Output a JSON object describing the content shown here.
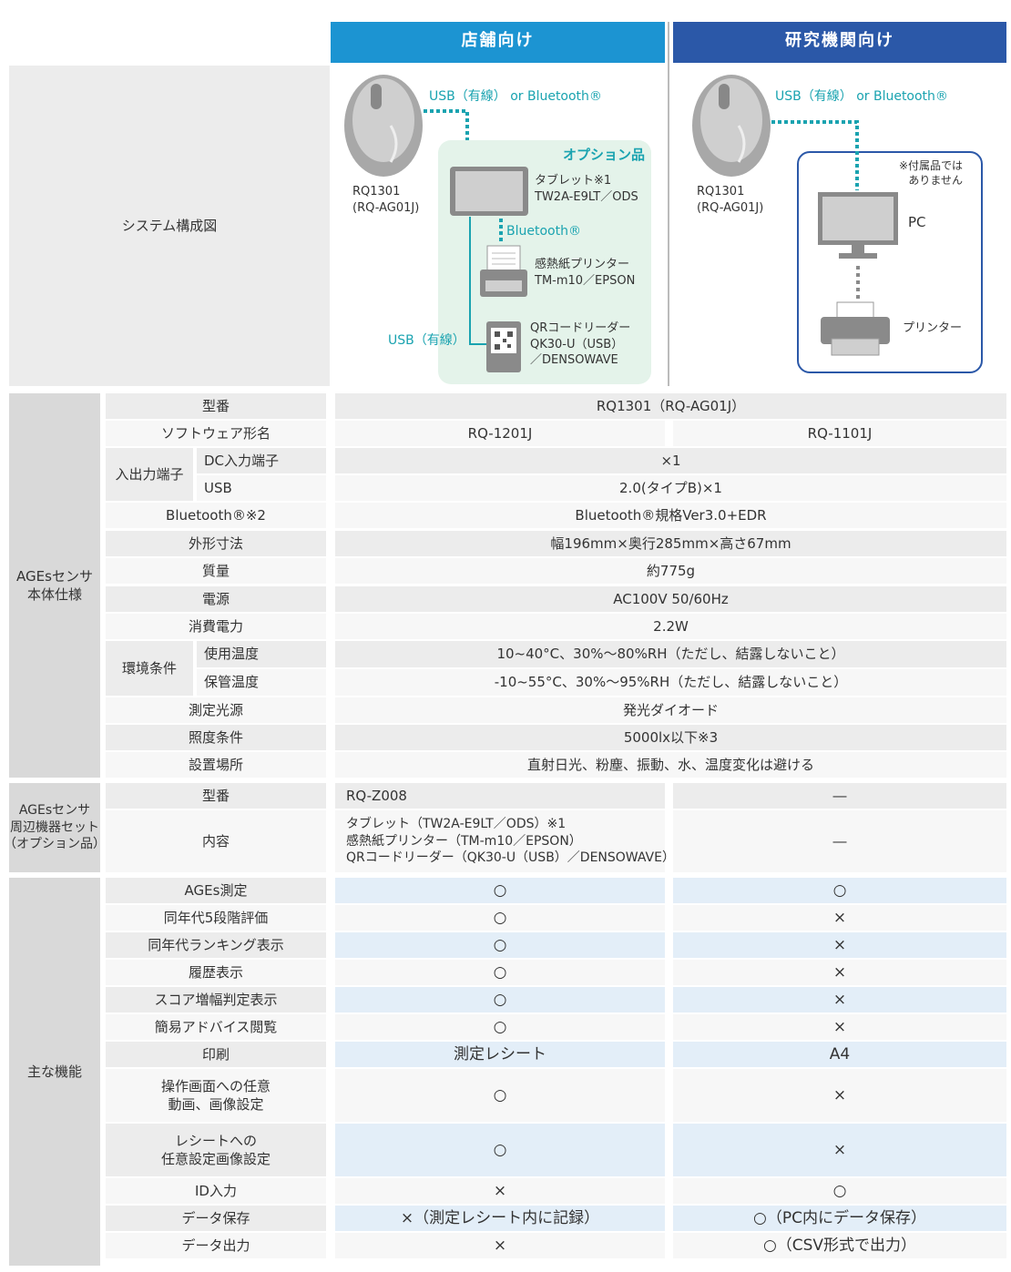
{
  "header": {
    "store": "店舗向け",
    "research": "研究機関向け"
  },
  "colors": {
    "store": "#1c94d2",
    "research": "#2b58a8",
    "teal": "#1aa3b0",
    "option_bg": "#e4f3ea"
  },
  "system": {
    "label": "システム構成図",
    "store": {
      "connection": "USB（有線） or Bluetooth®",
      "device": "RQ1301\n(RQ-AG01J)",
      "option_label": "オプション品",
      "tablet": "タブレット※1\nTW2A-E9LT／ODS",
      "bt": "Bluetooth®",
      "printer": "感熱紙プリンター\nTM-m10／EPSON",
      "usb_wired": "USB（有線）",
      "qr": "QRコードリーダー\nQK30-U（USB）\n／DENSOWAVE"
    },
    "research": {
      "connection": "USB（有線） or Bluetooth®",
      "device": "RQ1301\n(RQ-AG01J)",
      "note": "※付属品では\nありません",
      "pc": "PC",
      "printer": "プリンター"
    }
  },
  "spec": {
    "group": "AGEsセンサ\n本体仕様",
    "model_label": "型番",
    "model": "RQ1301（RQ-AG01J）",
    "software_label": "ソフトウェア形名",
    "software_store": "RQ-1201J",
    "software_research": "RQ-1101J",
    "io_label": "入出力端子",
    "dc_label": "DC入力端子",
    "dc": "×1",
    "usb_label": "USB",
    "usb": "2.0(タイプB)×1",
    "bt_label": "Bluetooth®※2",
    "bt": "Bluetooth®規格Ver3.0+EDR",
    "size_label": "外形寸法",
    "size": "幅196mm×奥行285mm×高さ67mm",
    "weight_label": "質量",
    "weight": "約775g",
    "power_label": "電源",
    "power": "AC100V 50/60Hz",
    "consumption_label": "消費電力",
    "consumption": "2.2W",
    "env_label": "環境条件",
    "use_temp_label": "使用温度",
    "use_temp": "10~40°C、30%～80%RH（ただし、結露しないこと）",
    "store_temp_label": "保管温度",
    "store_temp": "-10~55°C、30%～95%RH（ただし、結露しないこと）",
    "light_label": "測定光源",
    "light": "発光ダイオード",
    "illum_label": "照度条件",
    "illum": "5000lx以下※3",
    "place_label": "設置場所",
    "place": "直射日光、粉塵、振動、水、温度変化は避ける"
  },
  "option": {
    "group": "AGEsセンサ\n周辺機器セット\n（オプション品）",
    "model_label": "型番",
    "model_store": "RQ-Z008",
    "model_research": "―",
    "content_label": "内容",
    "content_store": "タブレット（TW2A-E9LT／ODS）※1\n感熱紙プリンター（TM-m10／EPSON）\nQRコードリーダー（QK30-U（USB）／DENSOWAVE）",
    "content_research": "―"
  },
  "features": {
    "group": "主な機能",
    "rows": [
      {
        "label": "AGEs測定",
        "store": "○",
        "research": "○"
      },
      {
        "label": "同年代5段階評価",
        "store": "○",
        "research": "×"
      },
      {
        "label": "同年代ランキング表示",
        "store": "○",
        "research": "×"
      },
      {
        "label": "履歴表示",
        "store": "○",
        "research": "×"
      },
      {
        "label": "スコア増幅判定表示",
        "store": "○",
        "research": "×"
      },
      {
        "label": "簡易アドバイス閲覧",
        "store": "○",
        "research": "×"
      },
      {
        "label": "印刷",
        "store": "測定レシート",
        "research": "A4"
      },
      {
        "label": "操作画面への任意\n動画、画像設定",
        "store": "○",
        "research": "×"
      },
      {
        "label": "レシートへの\n任意設定画像設定",
        "store": "○",
        "research": "×"
      },
      {
        "label": "ID入力",
        "store": "×",
        "research": "○"
      },
      {
        "label": "データ保存",
        "store": "×（測定レシート内に記録）",
        "research": "○（PC内にデータ保存）"
      },
      {
        "label": "データ出力",
        "store": "×",
        "research": "○（CSV形式で出力）"
      }
    ]
  }
}
